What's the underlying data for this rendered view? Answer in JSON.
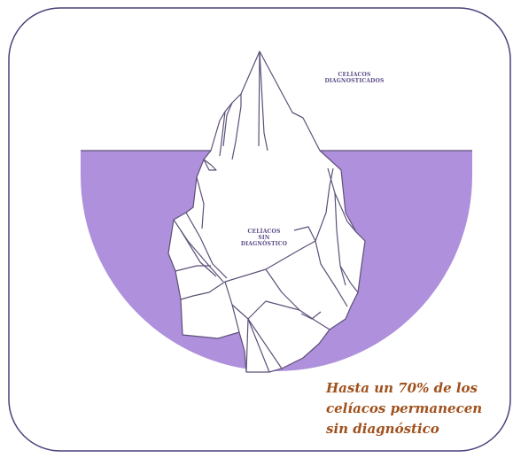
{
  "diagram": {
    "label_top_lines": [
      "CELÍACOS",
      "DIAGNOSTICADOS"
    ],
    "label_mid_lines": [
      "CELÍACOS",
      "SIN",
      "DIAGNÓSTICO"
    ],
    "caption_lines": [
      "Hasta un 70% de los",
      "celíacos permanecen",
      "sin diagnóstico"
    ]
  },
  "colors": {
    "water": "#ae90dc",
    "iceberg_stroke": "#5d5078",
    "frame_stroke": "#4d3f7a",
    "caption": "#a0511d",
    "label": "#5b4a86"
  }
}
